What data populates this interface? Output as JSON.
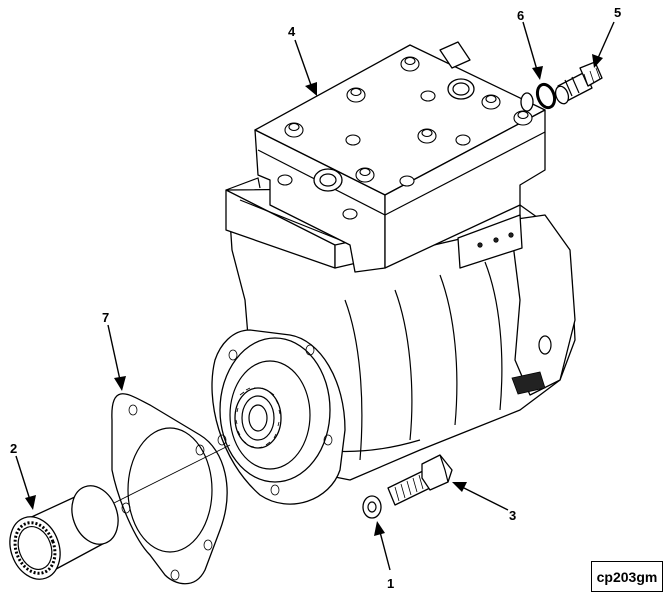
{
  "diagram": {
    "reference_code": "cp203gm",
    "callouts": [
      {
        "id": "1",
        "label": "1"
      },
      {
        "id": "2",
        "label": "2"
      },
      {
        "id": "3",
        "label": "3"
      },
      {
        "id": "4",
        "label": "4"
      },
      {
        "id": "5",
        "label": "5"
      },
      {
        "id": "6",
        "label": "6"
      },
      {
        "id": "7",
        "label": "7"
      }
    ]
  }
}
